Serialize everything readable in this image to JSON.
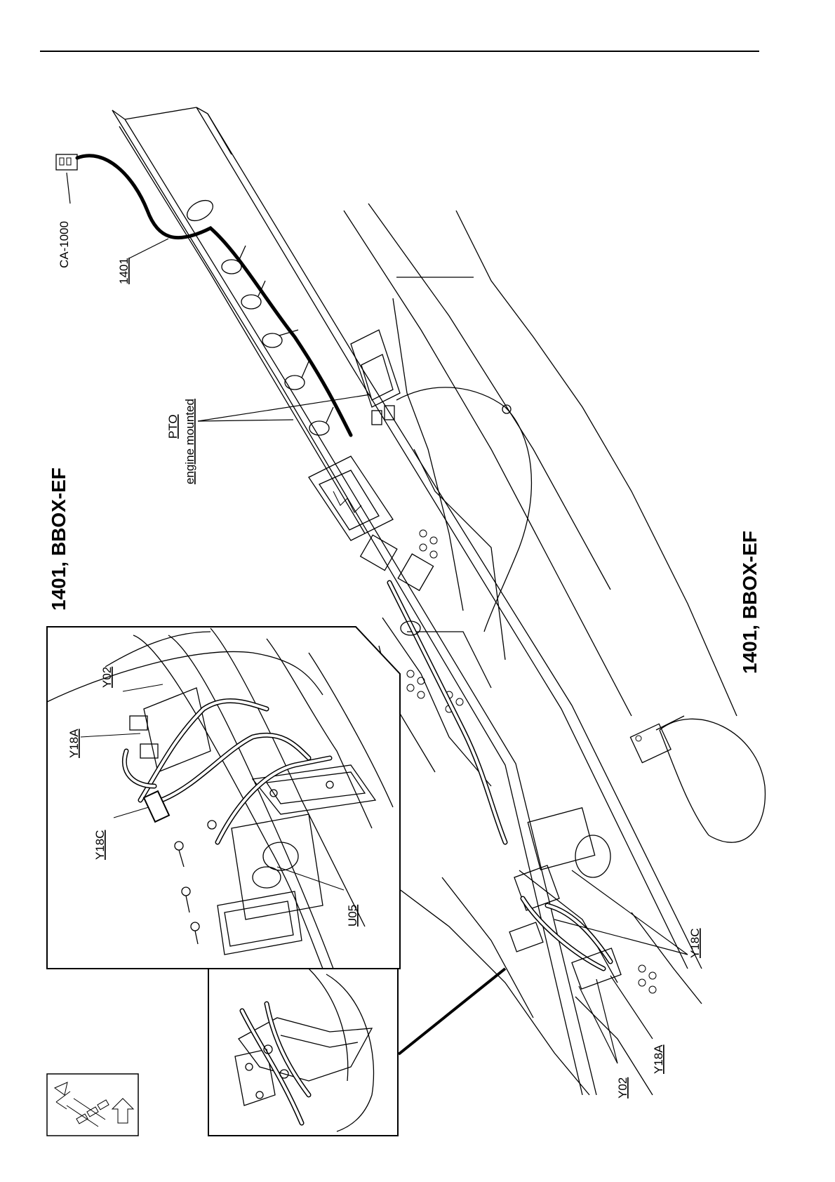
{
  "title_main": "1401, BBOX-EF",
  "title_side": "1401, BBOX-EF",
  "labels": {
    "connector_ca1000": "CA-1000",
    "harness_1401": "1401",
    "pto_line1": "PTO",
    "pto_line2": "engine mounted",
    "y18c_main": "Y18C",
    "y18a_main": "Y18A",
    "y02_main": "Y02",
    "inset_y02": "Y02",
    "inset_y18a": "Y18A",
    "inset_y18c": "Y18C",
    "inset_u05": "U05"
  }
}
